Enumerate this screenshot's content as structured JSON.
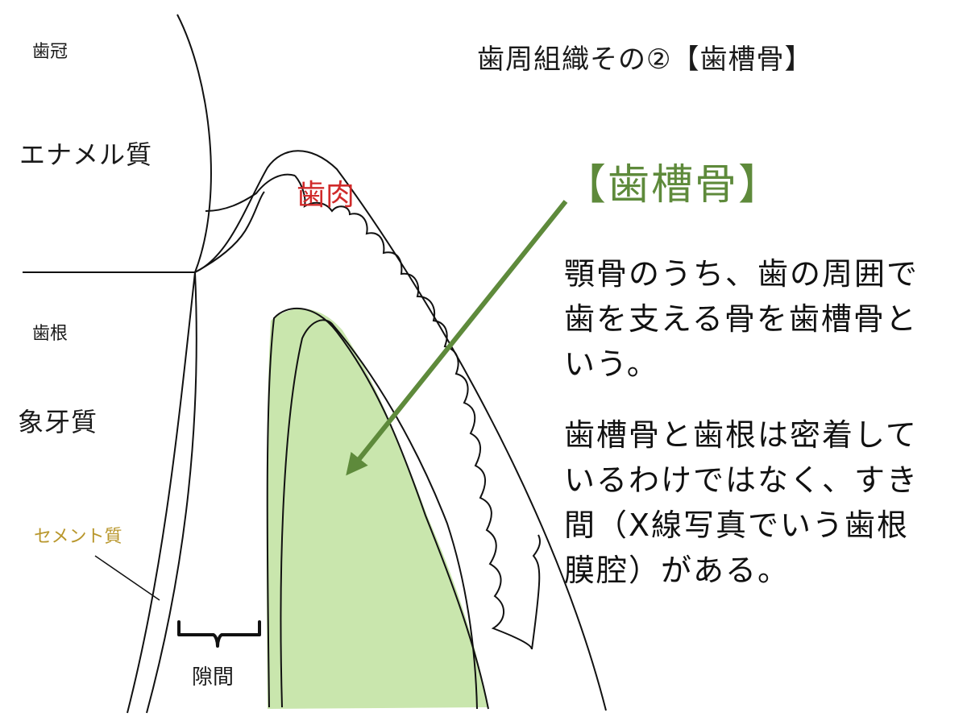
{
  "title": "歯周組織その②【歯槽骨】",
  "labels": {
    "crown": "歯冠",
    "enamel": "エナメル質",
    "root": "歯根",
    "dentin": "象牙質",
    "cementum": "セメント質",
    "gingiva": "歯肉",
    "gap": "隙間"
  },
  "callout": {
    "heading": "【歯槽骨】",
    "paragraph1": [
      "顎骨のうち、歯の周囲で",
      "歯を支える骨を歯槽骨と",
      "いう。"
    ],
    "paragraph2": [
      "歯槽骨と歯根は密着して",
      "いるわけではなく、すき",
      "間（X線写真でいう歯根",
      "膜腔）がある。"
    ]
  },
  "colors": {
    "bone_fill": "#c9e6ad",
    "arrow": "#5e8a3b",
    "heading": "#5e8a3b",
    "gingiva_label": "#d02a2a",
    "cementum_label": "#b8962b",
    "line": "#111111"
  }
}
